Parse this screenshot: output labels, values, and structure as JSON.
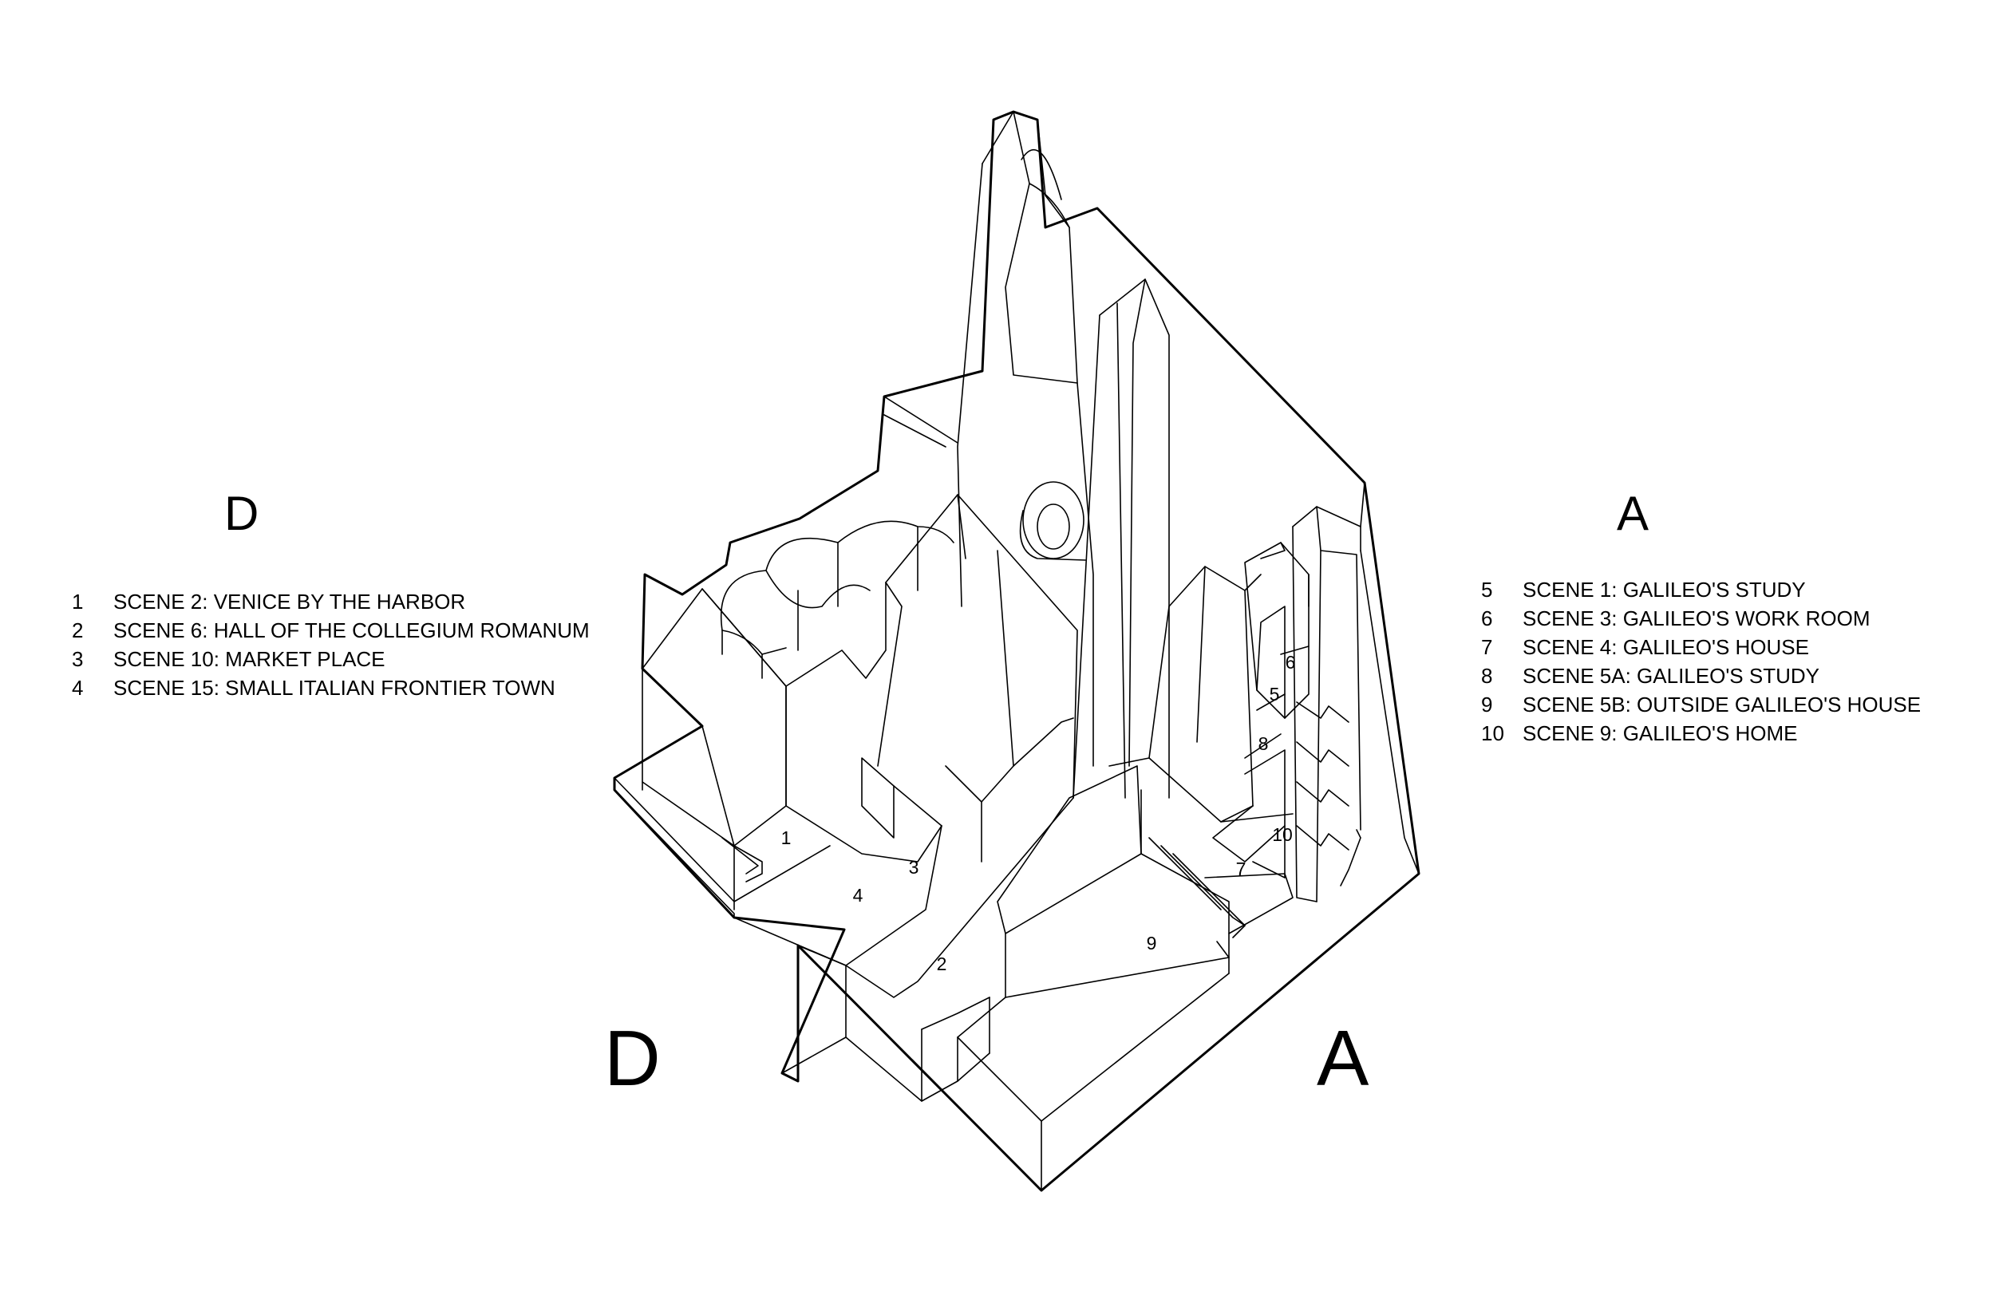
{
  "headings": {
    "left": "D",
    "right": "A",
    "bottom_left": "D",
    "bottom_right": "A"
  },
  "legend_left": [
    {
      "num": "1",
      "label": "SCENE 2: VENICE BY THE HARBOR"
    },
    {
      "num": "2",
      "label": "SCENE 6: HALL OF THE COLLEGIUM ROMANUM"
    },
    {
      "num": "3",
      "label": "SCENE 10: MARKET PLACE"
    },
    {
      "num": "4",
      "label": "SCENE 15: SMALL ITALIAN FRONTIER TOWN"
    }
  ],
  "legend_right": [
    {
      "num": "5",
      "label": "SCENE 1: GALILEO'S STUDY"
    },
    {
      "num": "6",
      "label": "SCENE 3: GALILEO'S WORK ROOM"
    },
    {
      "num": "7",
      "label": "SCENE 4: GALILEO'S HOUSE"
    },
    {
      "num": "8",
      "label": "SCENE 5A: GALILEO'S STUDY"
    },
    {
      "num": "9",
      "label": "SCENE 5B: OUTSIDE GALILEO'S HOUSE"
    },
    {
      "num": "10",
      "label": "SCENE 9: GALILEO'S HOME"
    }
  ],
  "diagram_labels": {
    "n1": "1",
    "n2": "2",
    "n3": "3",
    "n4": "4",
    "n5": "5",
    "n6": "6",
    "n7": "7",
    "n8": "8",
    "n9": "9",
    "n10": "10"
  }
}
